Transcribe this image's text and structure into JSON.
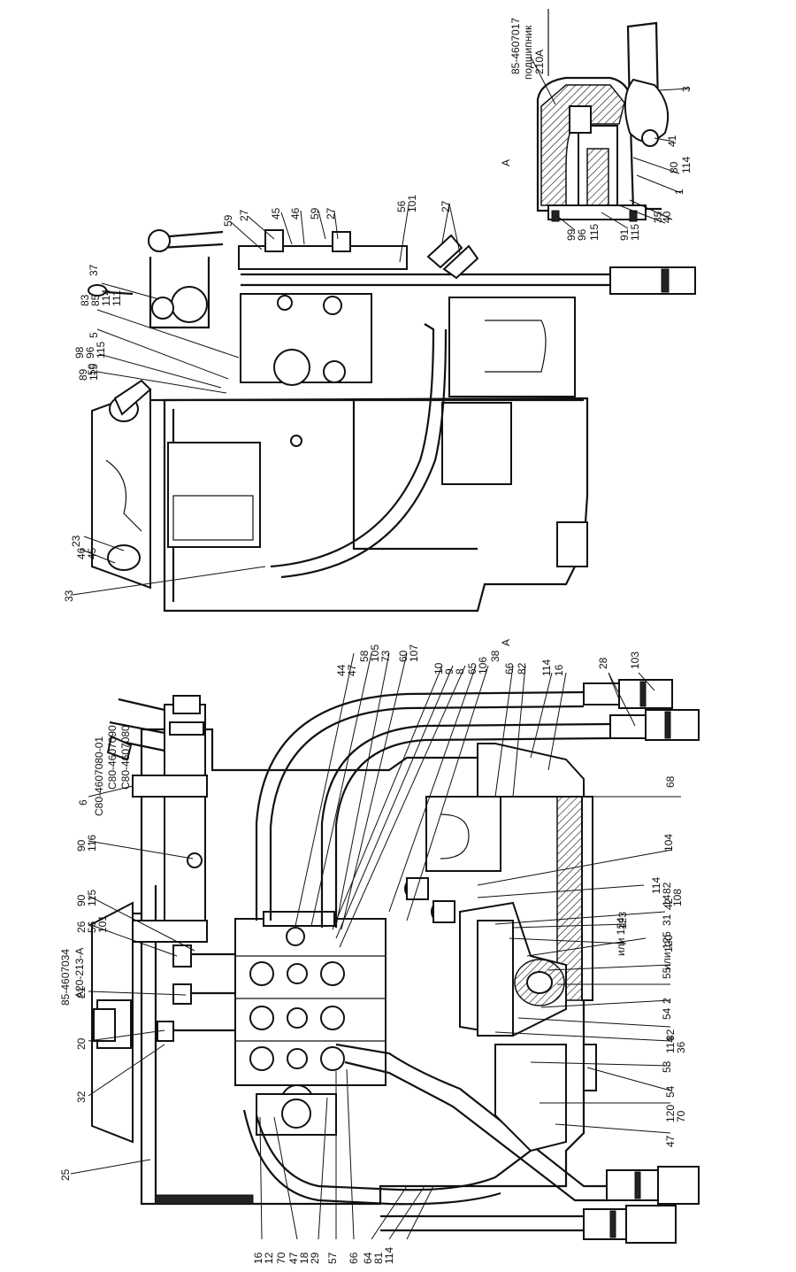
{
  "view_a": {
    "title": "А",
    "part_note_1": "85-4607017",
    "part_note_2": "подшипник",
    "part_note_3": "210А",
    "callouts": [
      "3",
      "41",
      "80",
      "114",
      "1",
      "40",
      "35",
      "91",
      "115",
      "99",
      "96",
      "115"
    ]
  },
  "upper_view": {
    "callouts": [
      "37",
      "83",
      "85",
      "114",
      "111",
      "5",
      "98",
      "96",
      "115",
      "89",
      "115",
      "50",
      "59",
      "27",
      "45",
      "46",
      "59",
      "27",
      "56",
      "101",
      "27",
      "23",
      "46",
      "45",
      "33"
    ]
  },
  "lower_view": {
    "part_numbers": [
      "C80-4607080-01",
      "C80-4607090",
      "C80-4607080",
      "85-4607034",
      "A20-213-A"
    ],
    "section_mark": "А",
    "callouts": [
      "6",
      "90",
      "116",
      "90",
      "115",
      "26",
      "56",
      "101",
      "21",
      "20",
      "32",
      "25",
      "44",
      "47",
      "58",
      "105",
      "73",
      "60",
      "107",
      "10",
      "9",
      "8",
      "65",
      "106",
      "38",
      "66",
      "82",
      "114",
      "16",
      "28",
      "103",
      "68",
      "104",
      "82",
      "114",
      "14",
      "31",
      "108",
      "123",
      "или 124",
      "или 125",
      "120",
      "42",
      "55",
      "2",
      "54",
      "82",
      "114",
      "36",
      "53",
      "54",
      "120",
      "70",
      "47",
      "16",
      "12",
      "70",
      "47",
      "18",
      "29",
      "57",
      "66",
      "64",
      "81",
      "114"
    ]
  }
}
